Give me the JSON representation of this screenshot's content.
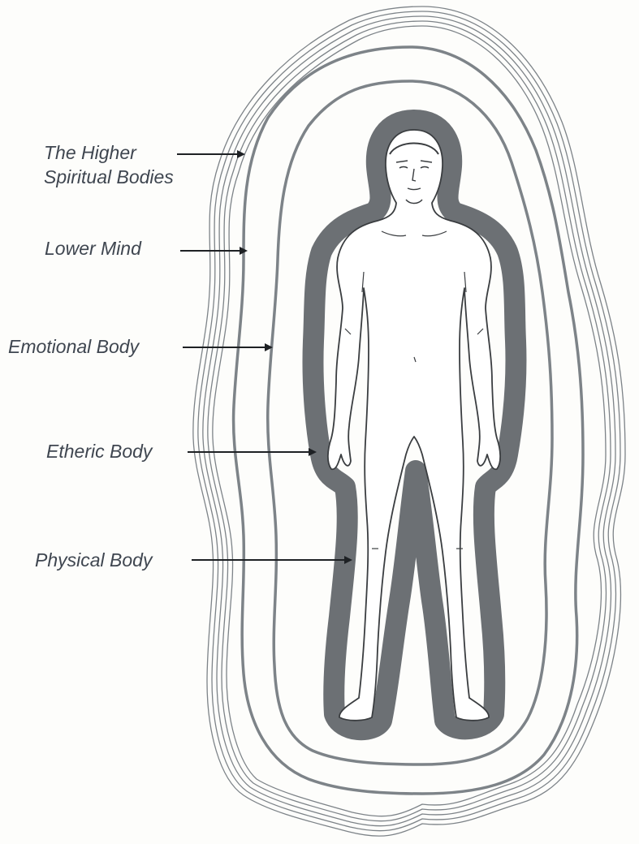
{
  "labels": {
    "higher_spiritual_line1": "The Higher",
    "higher_spiritual_line2": "Spiritual Bodies",
    "lower_mind": "Lower Mind",
    "emotional_body": "Emotional Body",
    "etheric_body": "Etheric Body",
    "physical_body": "Physical Body"
  },
  "colors": {
    "background": "#fdfdfb",
    "aura_lines": "#7d8388",
    "etheric_band": "#6c7074",
    "figure_outline": "#3a3d40",
    "label_text": "#3f4650",
    "arrow": "#1e2124"
  }
}
